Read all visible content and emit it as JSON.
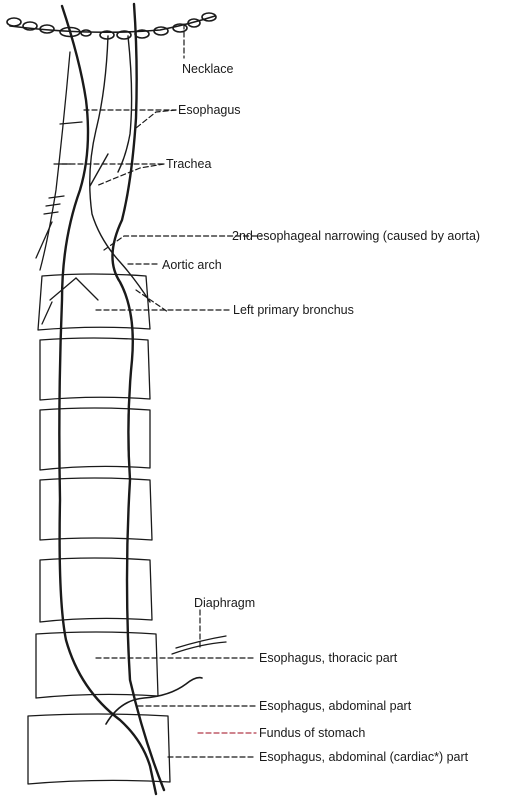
{
  "labels": {
    "necklace": "Necklace",
    "esophagus": "Esophagus",
    "trachea": "Trachea",
    "narrowing": "2nd esophageal narrowing (caused by aorta)",
    "aortic_arch": "Aortic arch",
    "left_bronchus": "Left primary bronchus",
    "diaphragm": "Diaphragm",
    "thoracic": "Esophagus, thoracic part",
    "abdominal": "Esophagus, abdominal part",
    "fundus": "Fundus of stomach",
    "cardiac": "Esophagus, abdominal (cardiac*) part"
  },
  "colors": {
    "line": "#1a1a1a",
    "fundus_pointer": "#b23a4a"
  }
}
